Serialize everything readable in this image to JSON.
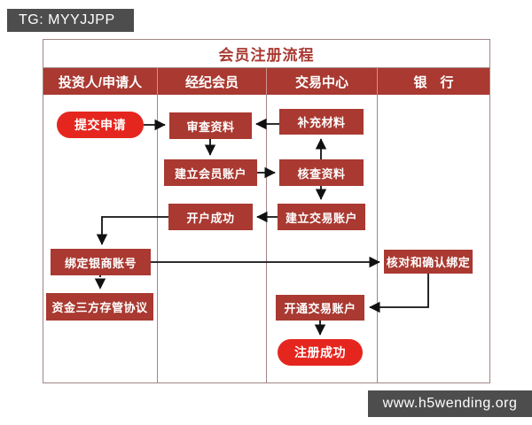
{
  "badges": {
    "top_left": "TG: MYYJJPP",
    "bottom_right": "www.h5wending.org"
  },
  "flowchart": {
    "title": "会员注册流程",
    "columns": [
      {
        "label": "投资人/申请人"
      },
      {
        "label": "经纪会员"
      },
      {
        "label": "交易中心"
      },
      {
        "label": "银　行"
      }
    ],
    "nodes": {
      "submit_application": "提交申请",
      "review_materials": "审查资料",
      "create_member_account": "建立会员账户",
      "account_open_success": "开户成功",
      "supplement_materials": "补充材料",
      "verify_materials": "核查资料",
      "create_trading_account": "建立交易账户",
      "bind_bank_account": "绑定银商账号",
      "tripartite_agreement": "资金三方存管协议",
      "confirm_binding": "核对和确认绑定",
      "open_trading_account": "开通交易账户",
      "register_success": "注册成功"
    },
    "edges": [
      {
        "from": "submit_application",
        "to": "review_materials",
        "style": "solid"
      },
      {
        "from": "supplement_materials",
        "to": "review_materials",
        "style": "solid"
      },
      {
        "from": "review_materials",
        "to": "create_member_account",
        "style": "solid"
      },
      {
        "from": "create_member_account",
        "to": "verify_materials",
        "style": "solid"
      },
      {
        "from": "verify_materials",
        "to": "supplement_materials",
        "style": "solid"
      },
      {
        "from": "verify_materials",
        "to": "create_trading_account",
        "style": "solid"
      },
      {
        "from": "create_trading_account",
        "to": "account_open_success",
        "style": "solid"
      },
      {
        "from": "account_open_success",
        "to": "bind_bank_account",
        "style": "solid"
      },
      {
        "from": "bind_bank_account",
        "to": "confirm_binding",
        "style": "solid"
      },
      {
        "from": "bind_bank_account",
        "to": "tripartite_agreement",
        "style": "dotted"
      },
      {
        "from": "confirm_binding",
        "to": "open_trading_account",
        "style": "solid"
      },
      {
        "from": "open_trading_account",
        "to": "register_success",
        "style": "solid"
      }
    ]
  },
  "colors": {
    "node_dark_red": "#A93931",
    "node_bright_red": "#E5261F",
    "header_red": "#A93931",
    "title_red": "#A93931",
    "badge_gray": "#4D4D4D",
    "table_border": "#A18686",
    "arrow_black": "#111111",
    "background": "#FFFFFF"
  }
}
